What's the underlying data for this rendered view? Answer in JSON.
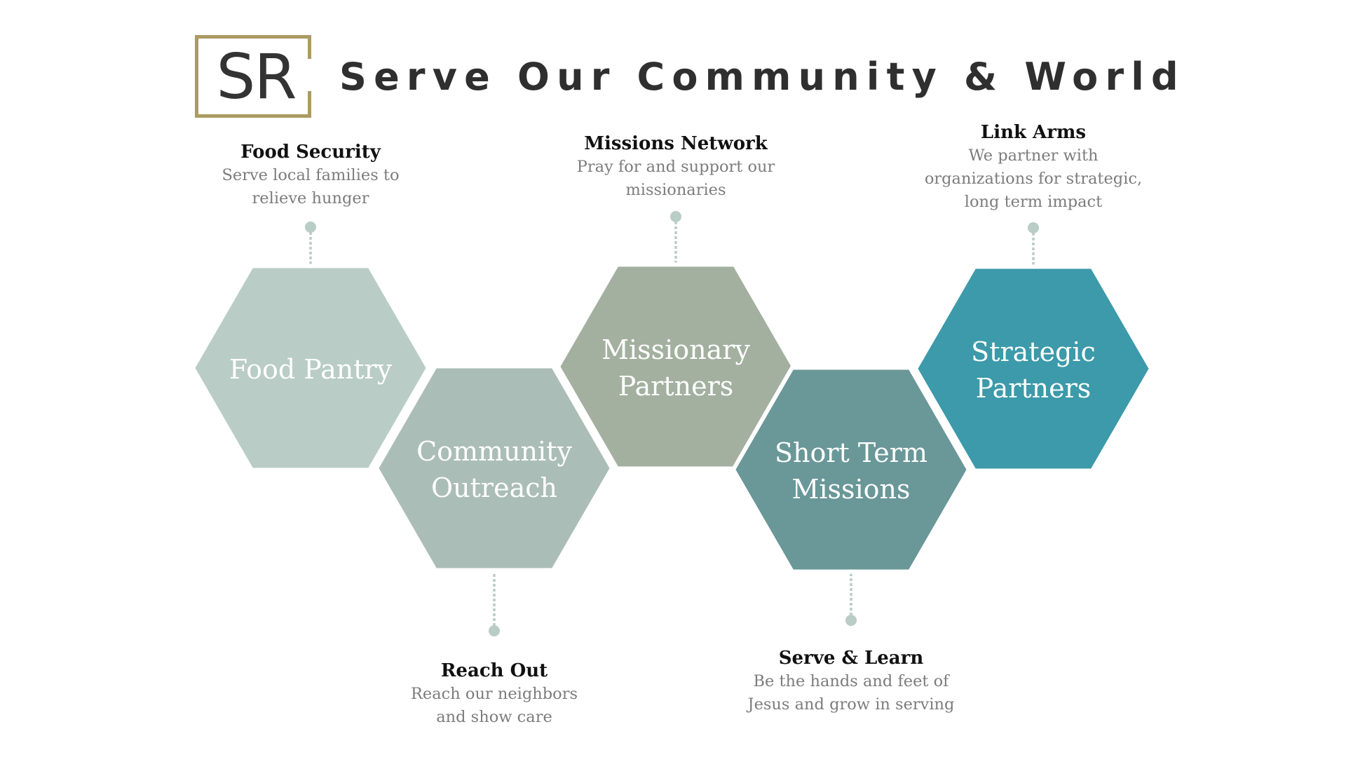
{
  "header": {
    "logo_text": "SR",
    "title": "Serve Our Community & World"
  },
  "colors": {
    "gold": "#AB9B63",
    "text_dark": "#2F2F2F",
    "connector": "#B9CCC6"
  },
  "hexagons": [
    {
      "lines": [
        "Food Pantry"
      ],
      "color": "#B9CCC6"
    },
    {
      "lines": [
        "Community",
        "Outreach"
      ],
      "color": "#ABBDB7"
    },
    {
      "lines": [
        "Missionary",
        "Partners"
      ],
      "color": "#A3B0A0"
    },
    {
      "lines": [
        "Short Term",
        "Missions"
      ],
      "color": "#6A9797"
    },
    {
      "lines": [
        "Strategic",
        "Partners"
      ],
      "color": "#3C9AAA"
    }
  ],
  "callouts": [
    {
      "title": "Food Security",
      "desc": [
        "Serve local families to",
        "relieve hunger"
      ],
      "position": "above"
    },
    {
      "title": "Reach Out",
      "desc": [
        "Reach our neighbors",
        "and show care"
      ],
      "position": "below"
    },
    {
      "title": "Missions Network",
      "desc": [
        "Pray for and support our",
        "missionaries"
      ],
      "position": "above"
    },
    {
      "title": "Serve & Learn",
      "desc": [
        "Be the hands and feet of",
        "Jesus and grow in serving"
      ],
      "position": "below"
    },
    {
      "title": "Link Arms",
      "desc": [
        "We partner with",
        "organizations for strategic,",
        "long term impact"
      ],
      "position": "above"
    }
  ]
}
